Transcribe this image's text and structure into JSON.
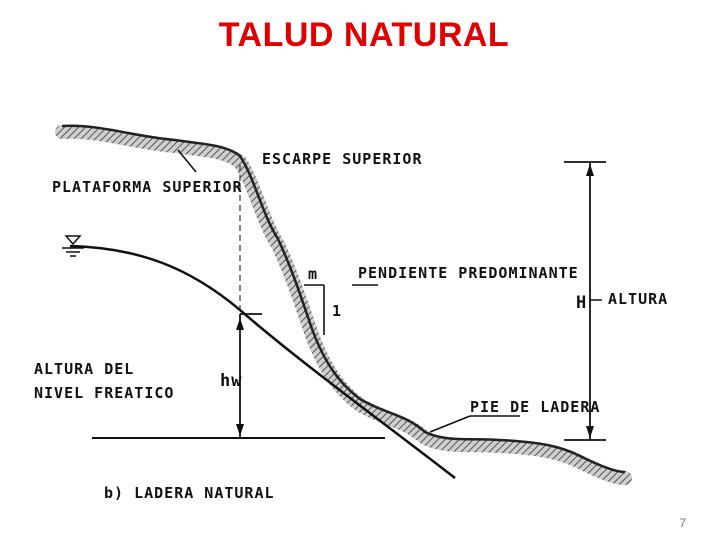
{
  "slide": {
    "title": "TALUD NATURAL",
    "page_number": "7"
  },
  "diagram": {
    "labels": {
      "escarpe_superior": "ESCARPE SUPERIOR",
      "plataforma_superior": "PLATAFORMA SUPERIOR",
      "pendiente_predominante": "PENDIENTE PREDOMINANTE",
      "slope_m": "m",
      "slope_1": "1",
      "height_symbol": "H",
      "altura": "ALTURA",
      "altura_nivel_line1": "ALTURA DEL",
      "altura_nivel_line2": "NIVEL FREATICO",
      "hw": "hw",
      "pie_de_ladera": "PIE DE LADERA",
      "caption": "b) LADERA NATURAL"
    },
    "colors": {
      "title": "#e10000",
      "ink": "#111111",
      "hatch": "#888888"
    }
  }
}
